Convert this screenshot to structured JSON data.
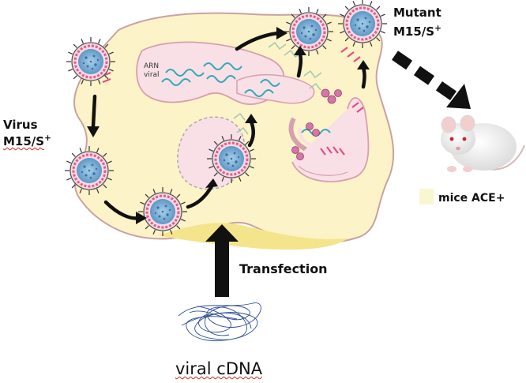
{
  "labels": {
    "virus_line1": "Virus",
    "virus_line2": "M15/S",
    "virus_sup": "+",
    "mutant_line1": "Mutant",
    "mutant_line2": "M15/S",
    "mutant_sup": "+",
    "arn_line1": "ARN",
    "arn_line2": "viral",
    "transfection": "Transfection",
    "mice": "mice ACE+",
    "viral_cdna": "viral cDNA"
  },
  "colors": {
    "cell_fill": "#fdf3c8",
    "cell_stroke": "#c8a2a2",
    "inner_fill": "#f9e0e6",
    "inner_stroke": "#d6a0b0",
    "membrane_base": "#f4e58c",
    "virion_core": "#7fb2d6",
    "virion_spike": "#333333",
    "virion_ring": "#e75a8c",
    "rna": "#33a9b8",
    "arrow": "#111111",
    "mice_box": "#fbf6d2",
    "cdna_scribble": "#2d4f8f"
  },
  "icons": {
    "virion": "coronavirus-virion-icon",
    "mouse": "mouse-icon",
    "ribosome": "ribosome-icon"
  }
}
